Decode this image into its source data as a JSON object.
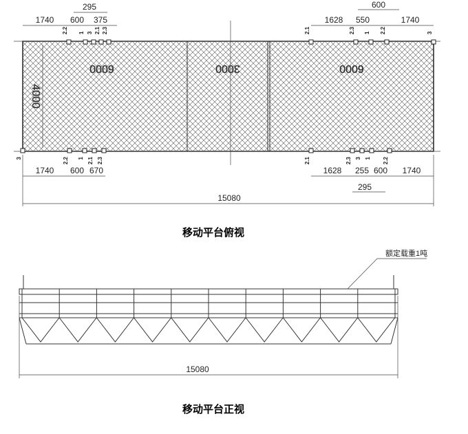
{
  "plan_view": {
    "title": "移动平台俯视",
    "top_dims": [
      "1740",
      "600",
      "375",
      "295",
      "1628",
      "550",
      "600",
      "1740"
    ],
    "top_marks": [
      "2.2",
      "1",
      "3",
      "2.1",
      "2.3",
      "2.1",
      "2.3",
      "1",
      "2.2",
      "3"
    ],
    "bottom_dims": [
      "1740",
      "600",
      "670",
      "1628",
      "255",
      "600",
      "1740",
      "295"
    ],
    "bottom_marks": [
      "3",
      "2.2",
      "1",
      "2.1",
      "2.3",
      "2.1",
      "2.3",
      "3",
      "1",
      "2.2"
    ],
    "section_labels": [
      "6000",
      "3000",
      "6000"
    ],
    "width_label": "4000",
    "total": "15080"
  },
  "front_view": {
    "title": "移动平台正视",
    "callout": "额定载重1吨",
    "total": "15080"
  }
}
